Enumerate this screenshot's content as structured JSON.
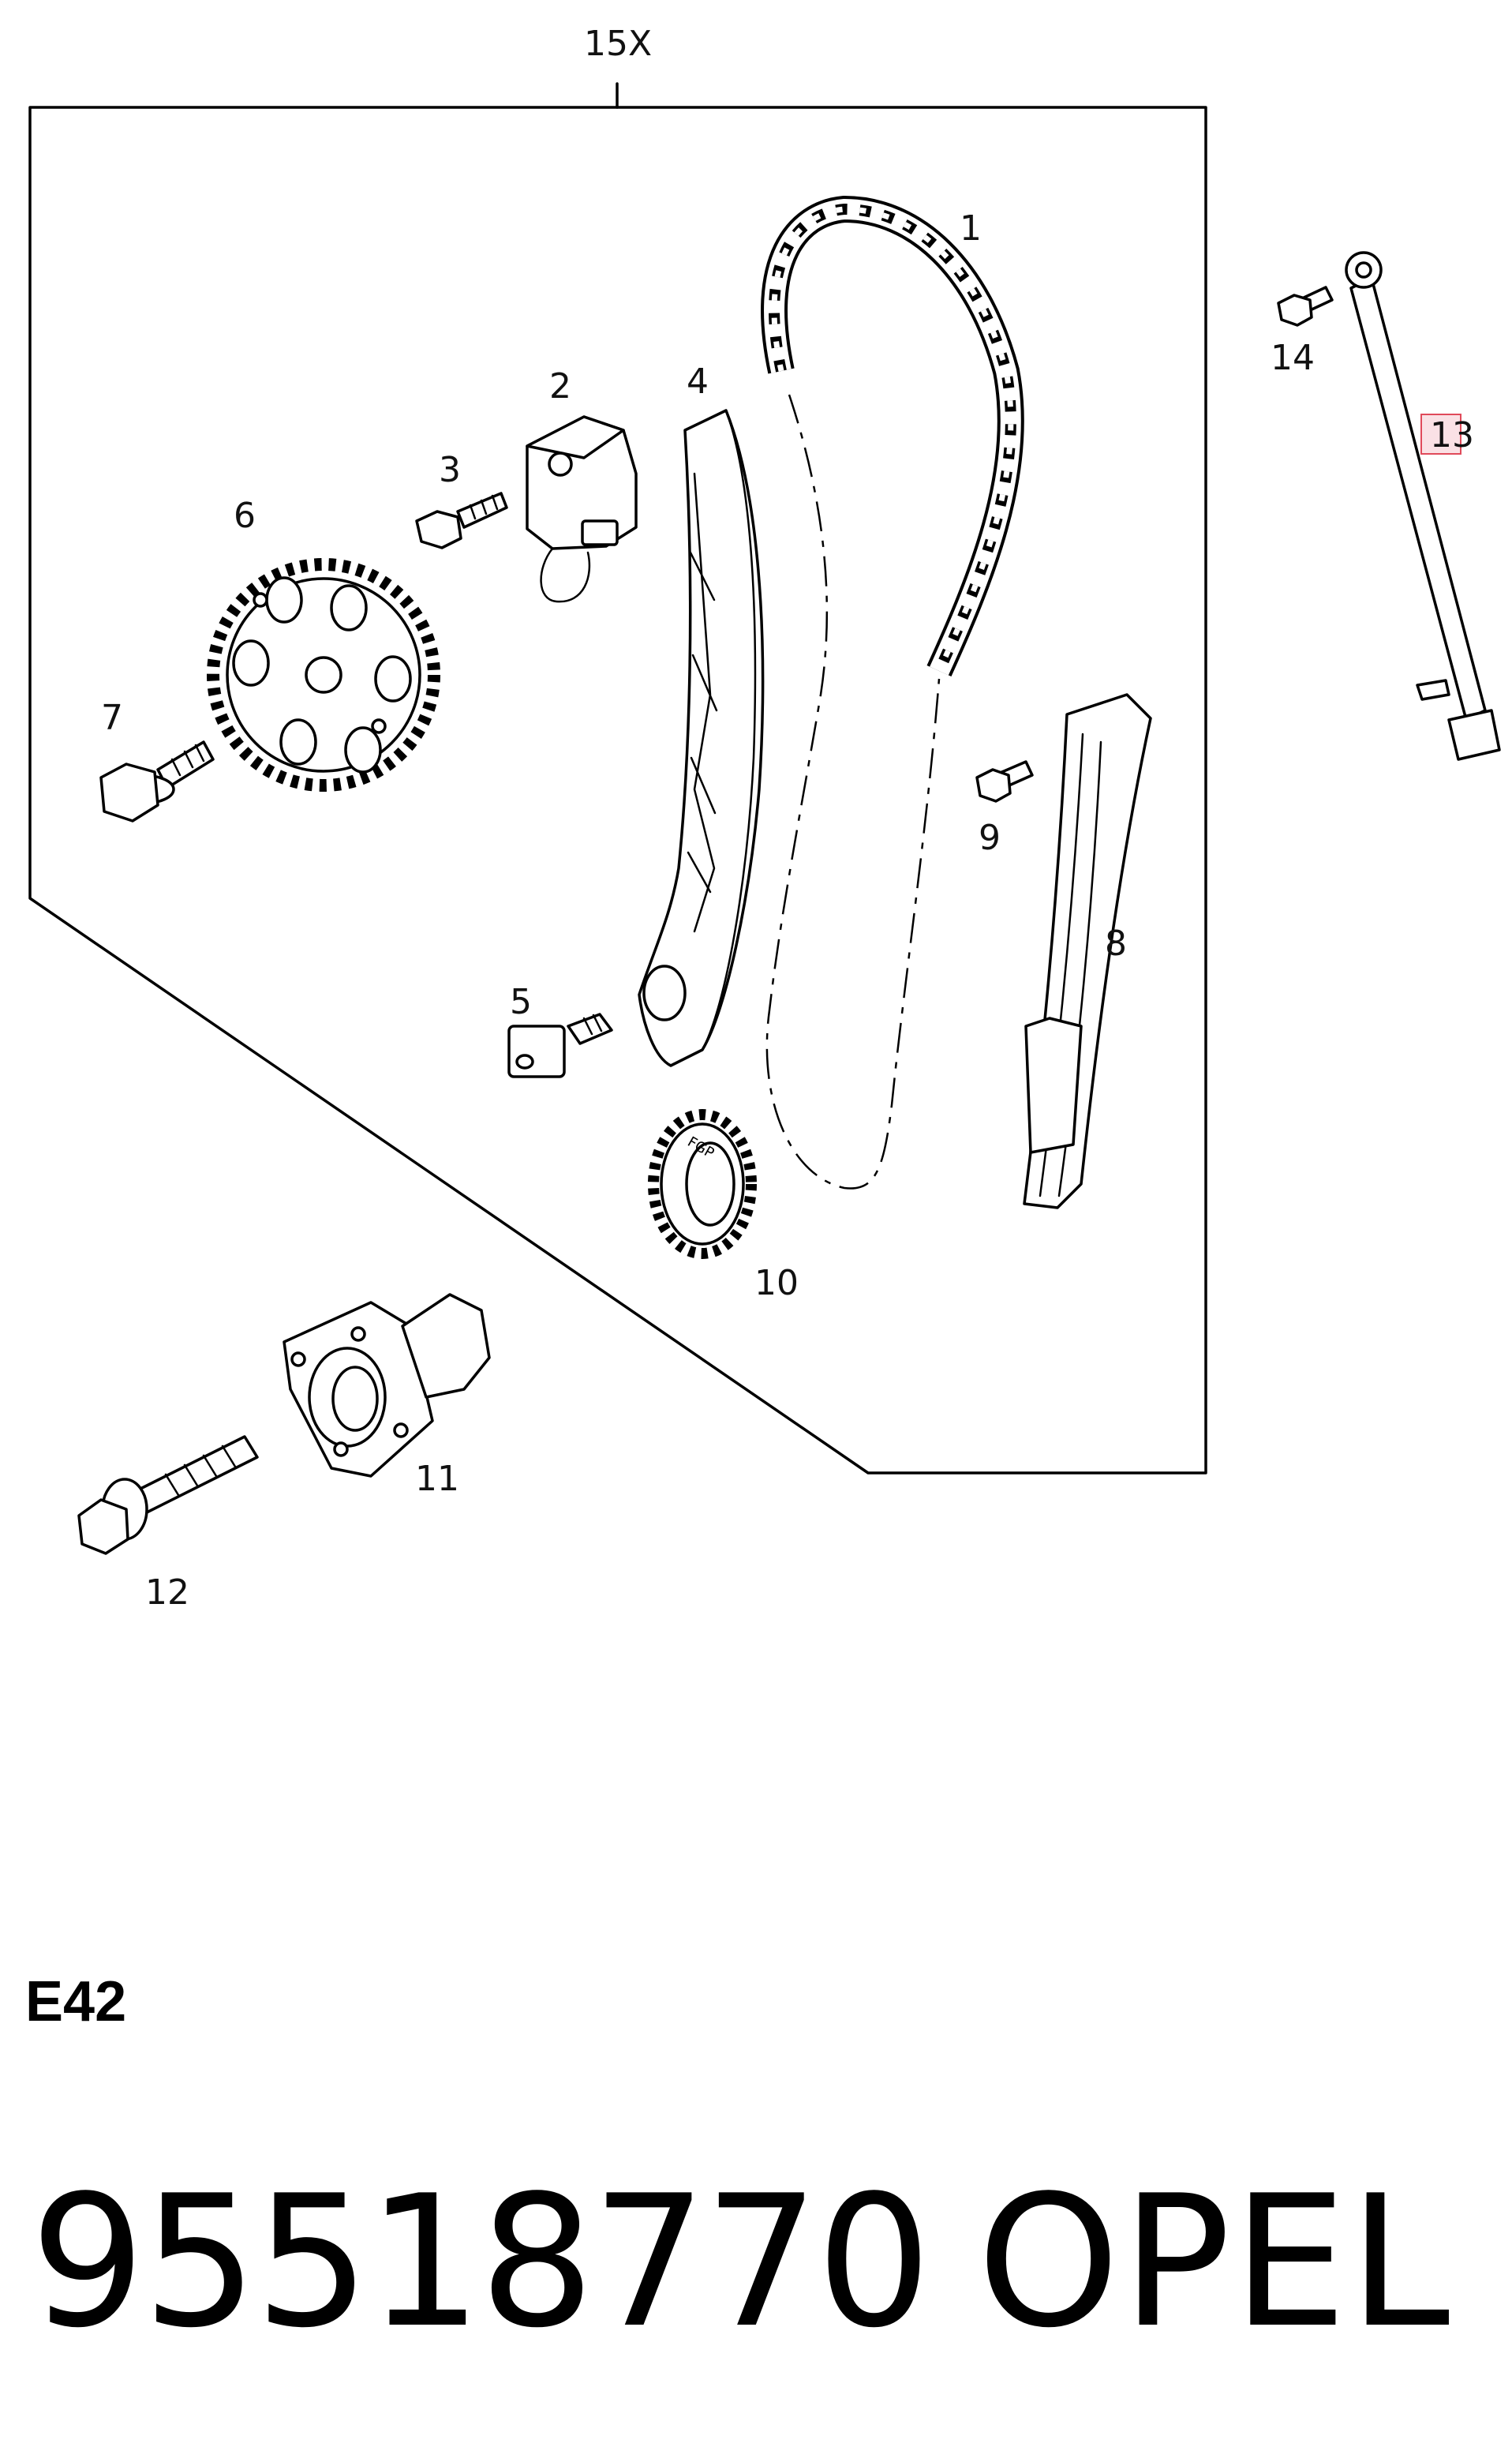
{
  "kit": {
    "label": "15X"
  },
  "callouts": [
    {
      "id": "1",
      "label": "1",
      "part": "timing-chain"
    },
    {
      "id": "2",
      "label": "2",
      "part": "chain-tensioner"
    },
    {
      "id": "3",
      "label": "3",
      "part": "tensioner-bolt"
    },
    {
      "id": "4",
      "label": "4",
      "part": "tensioner-rail"
    },
    {
      "id": "5",
      "label": "5",
      "part": "rail-pivot-bolt"
    },
    {
      "id": "6",
      "label": "6",
      "part": "camshaft-sprocket"
    },
    {
      "id": "7",
      "label": "7",
      "part": "sprocket-bolt"
    },
    {
      "id": "8",
      "label": "8",
      "part": "guide-rail"
    },
    {
      "id": "9",
      "label": "9",
      "part": "guide-rail-bolt"
    },
    {
      "id": "10",
      "label": "10",
      "part": "crankshaft-sprocket"
    },
    {
      "id": "11",
      "label": "11",
      "part": "drive-flange"
    },
    {
      "id": "12",
      "label": "12",
      "part": "flange-bolt"
    },
    {
      "id": "13",
      "label": "13",
      "part": "guide-rod",
      "highlighted": true
    },
    {
      "id": "14",
      "label": "14",
      "part": "rod-bolt"
    }
  ],
  "sprocket_marking": {
    "text": "FGP"
  },
  "section_code": "E42",
  "part_number": "95518770",
  "brand": "OPEL",
  "colors": {
    "ink": "#000000",
    "background": "#ffffff",
    "highlight": "#e04a5a"
  }
}
